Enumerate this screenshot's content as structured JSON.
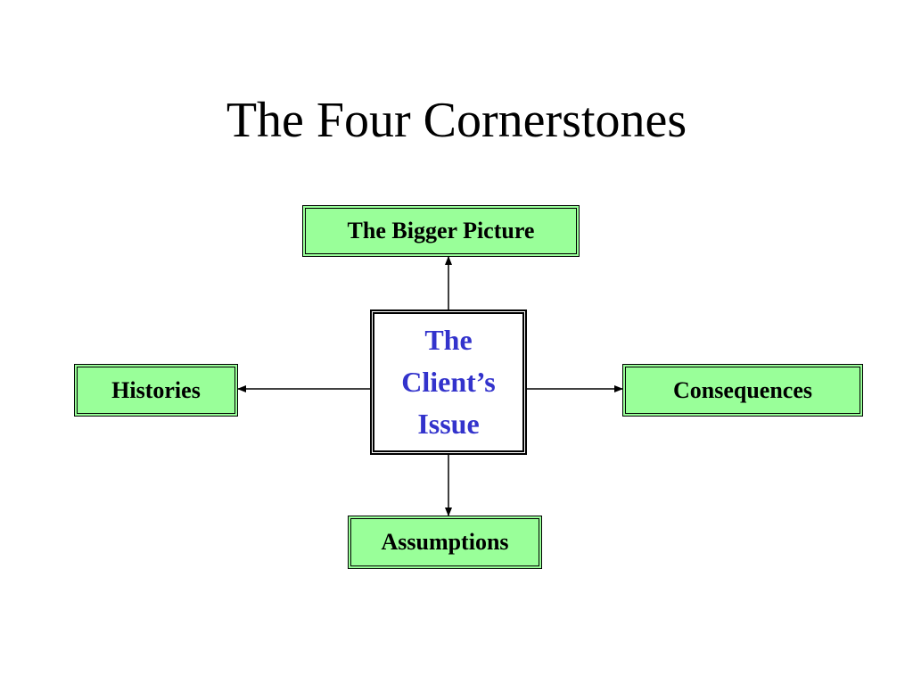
{
  "title": "The Four Cornerstones",
  "diagram": {
    "center": {
      "lines": [
        "The",
        "Client’s",
        "Issue"
      ],
      "text_color": "#3333cc",
      "fill": "#ffffff"
    },
    "top": {
      "label": "The Bigger Picture"
    },
    "left": {
      "label": "Histories"
    },
    "right": {
      "label": "Consequences"
    },
    "bottom": {
      "label": "Assumptions"
    },
    "box_fill": "#99ff99",
    "border_color": "#000000"
  }
}
